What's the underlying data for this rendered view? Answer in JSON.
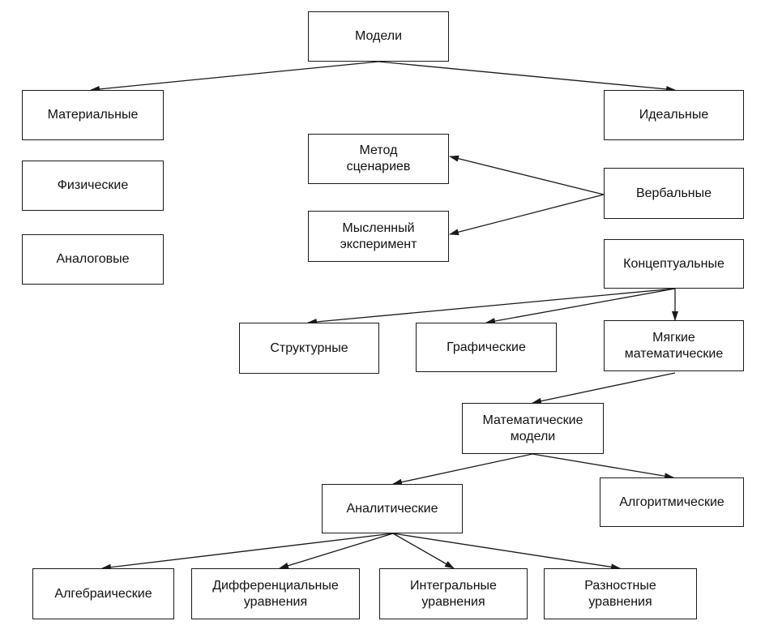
{
  "nodes": {
    "models": "Модели",
    "material": "Материальные",
    "ideal": "Идеальные",
    "physical": "Физические",
    "analog": "Аналоговые",
    "scenario": "Метод\nсценариев",
    "verbal": "Вербальные",
    "thought": "Мысленный\nэксперимент",
    "conceptual": "Концептуальные",
    "structural": "Структурные",
    "graphic": "Графические",
    "soft_math": "Мягкие\nматематические",
    "math_models": "Математические\nмодели",
    "analytical": "Аналитические",
    "algorithmic": "Алгоритмические",
    "algebraic": "Алгебраические",
    "differential": "Дифференциальные\nуравнения",
    "integral": "Интегральные\nуравнения",
    "difference": "Разностные\nуравнения"
  },
  "edges": [
    [
      "models",
      "material"
    ],
    [
      "models",
      "ideal"
    ],
    [
      "verbal",
      "scenario"
    ],
    [
      "verbal",
      "thought"
    ],
    [
      "conceptual",
      "structural"
    ],
    [
      "conceptual",
      "graphic"
    ],
    [
      "conceptual",
      "soft_math"
    ],
    [
      "soft_math",
      "math_models"
    ],
    [
      "math_models",
      "analytical"
    ],
    [
      "math_models",
      "algorithmic"
    ],
    [
      "analytical",
      "algebraic"
    ],
    [
      "analytical",
      "differential"
    ],
    [
      "analytical",
      "integral"
    ],
    [
      "analytical",
      "difference"
    ]
  ]
}
